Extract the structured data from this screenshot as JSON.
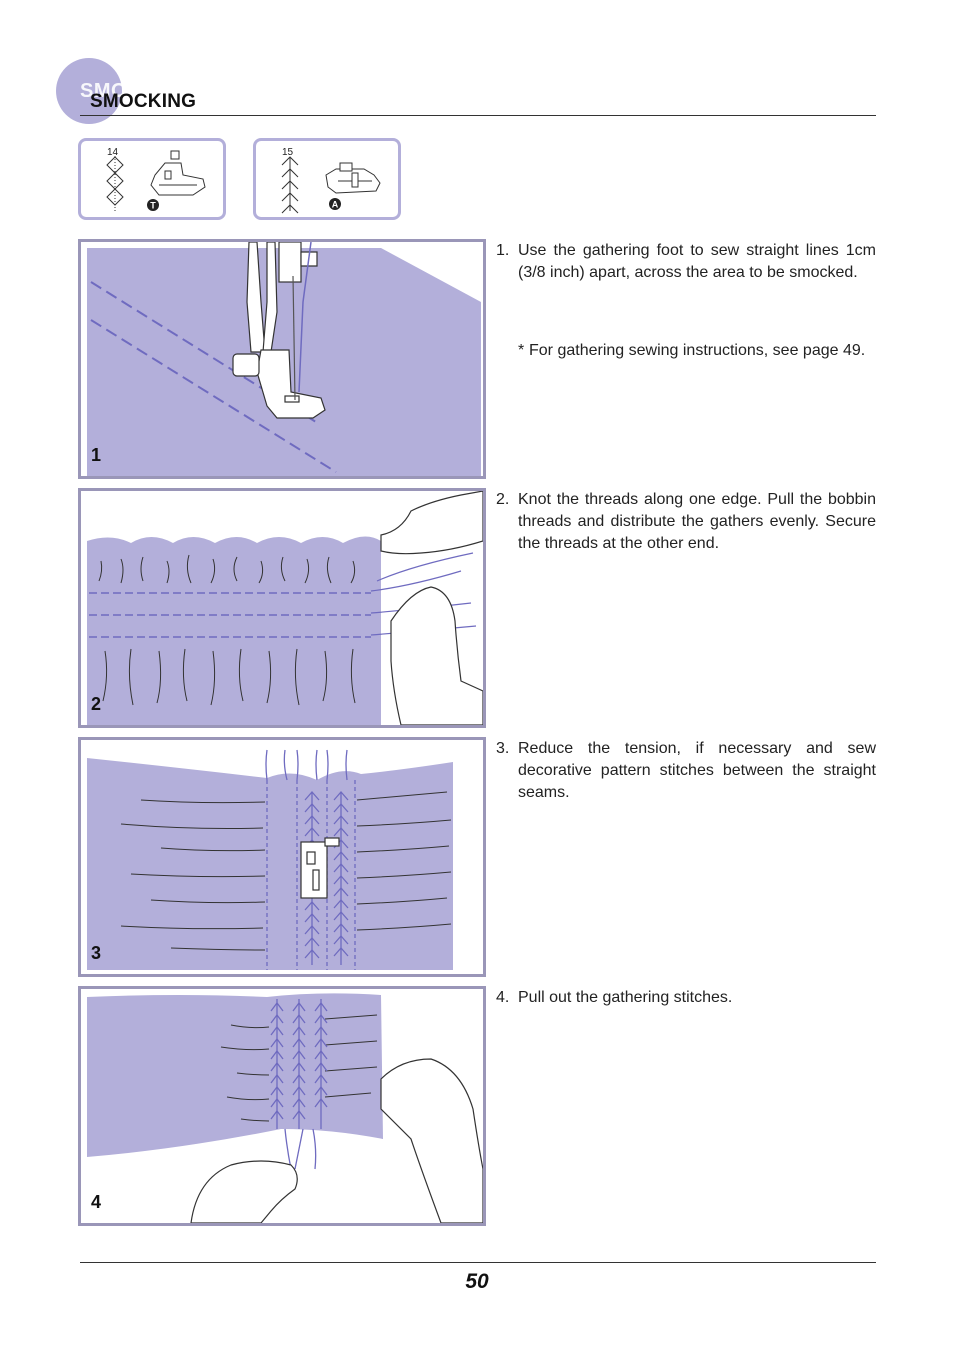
{
  "header": {
    "title": "SMOCKING",
    "accent_color": "#b3afda"
  },
  "patterns": [
    {
      "number": "14",
      "foot_letter": "T"
    },
    {
      "number": "15",
      "foot_letter": "A"
    }
  ],
  "steps": [
    {
      "panel_number": "1",
      "marker": "1.",
      "text": "Use the gathering foot to sew straight lines 1cm (3/8 inch) apart, across the area to be smocked.",
      "note_marker": "*",
      "note": "For gathering sewing instructions, see page 49."
    },
    {
      "panel_number": "2",
      "marker": "2.",
      "text": "Knot the threads along one edge. Pull the bobbin threads and distribute the gathers evenly. Secure the threads at the other end."
    },
    {
      "panel_number": "3",
      "marker": "3.",
      "text": "Reduce the tension, if necessary and sew decorative pattern stitches between the straight seams."
    },
    {
      "panel_number": "4",
      "marker": "4.",
      "text": "Pull out the gathering stitches."
    }
  ],
  "colors": {
    "fabric": "#b3afda",
    "thread": "#6f6bc0",
    "panel_border": "#9a96b8"
  },
  "footer": {
    "page_number": "50"
  }
}
